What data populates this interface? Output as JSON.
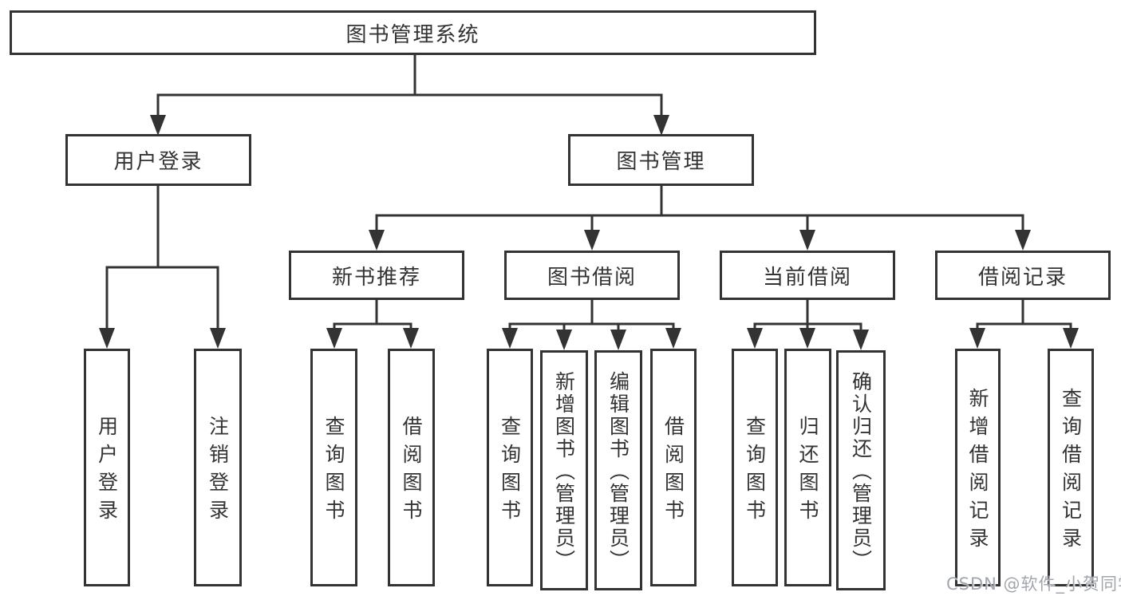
{
  "colors": {
    "line": "#333333",
    "box_border": "#333333",
    "text": "#333333",
    "background": "#ffffff",
    "watermark": "#a2a7ad"
  },
  "watermark": "CSDN @软件_小贺同学",
  "tree": {
    "label": "图书管理系统",
    "children": [
      {
        "label": "用户登录",
        "children": [
          {
            "label": "用户登录"
          },
          {
            "label": "注销登录"
          }
        ]
      },
      {
        "label": "图书管理",
        "children": [
          {
            "label": "新书推荐",
            "children": [
              {
                "label": "查询图书"
              },
              {
                "label": "借阅图书"
              }
            ]
          },
          {
            "label": "图书借阅",
            "children": [
              {
                "label": "查询图书"
              },
              {
                "label": "新增图书（管理员）"
              },
              {
                "label": "编辑图书（管理员）"
              },
              {
                "label": "借阅图书"
              }
            ]
          },
          {
            "label": "当前借阅",
            "children": [
              {
                "label": "查询图书"
              },
              {
                "label": "归还图书"
              },
              {
                "label": "确认归还（管理员）"
              }
            ]
          },
          {
            "label": "借阅记录",
            "children": [
              {
                "label": "新增借阅记录"
              },
              {
                "label": "查询借阅记录"
              }
            ]
          }
        ]
      }
    ]
  }
}
